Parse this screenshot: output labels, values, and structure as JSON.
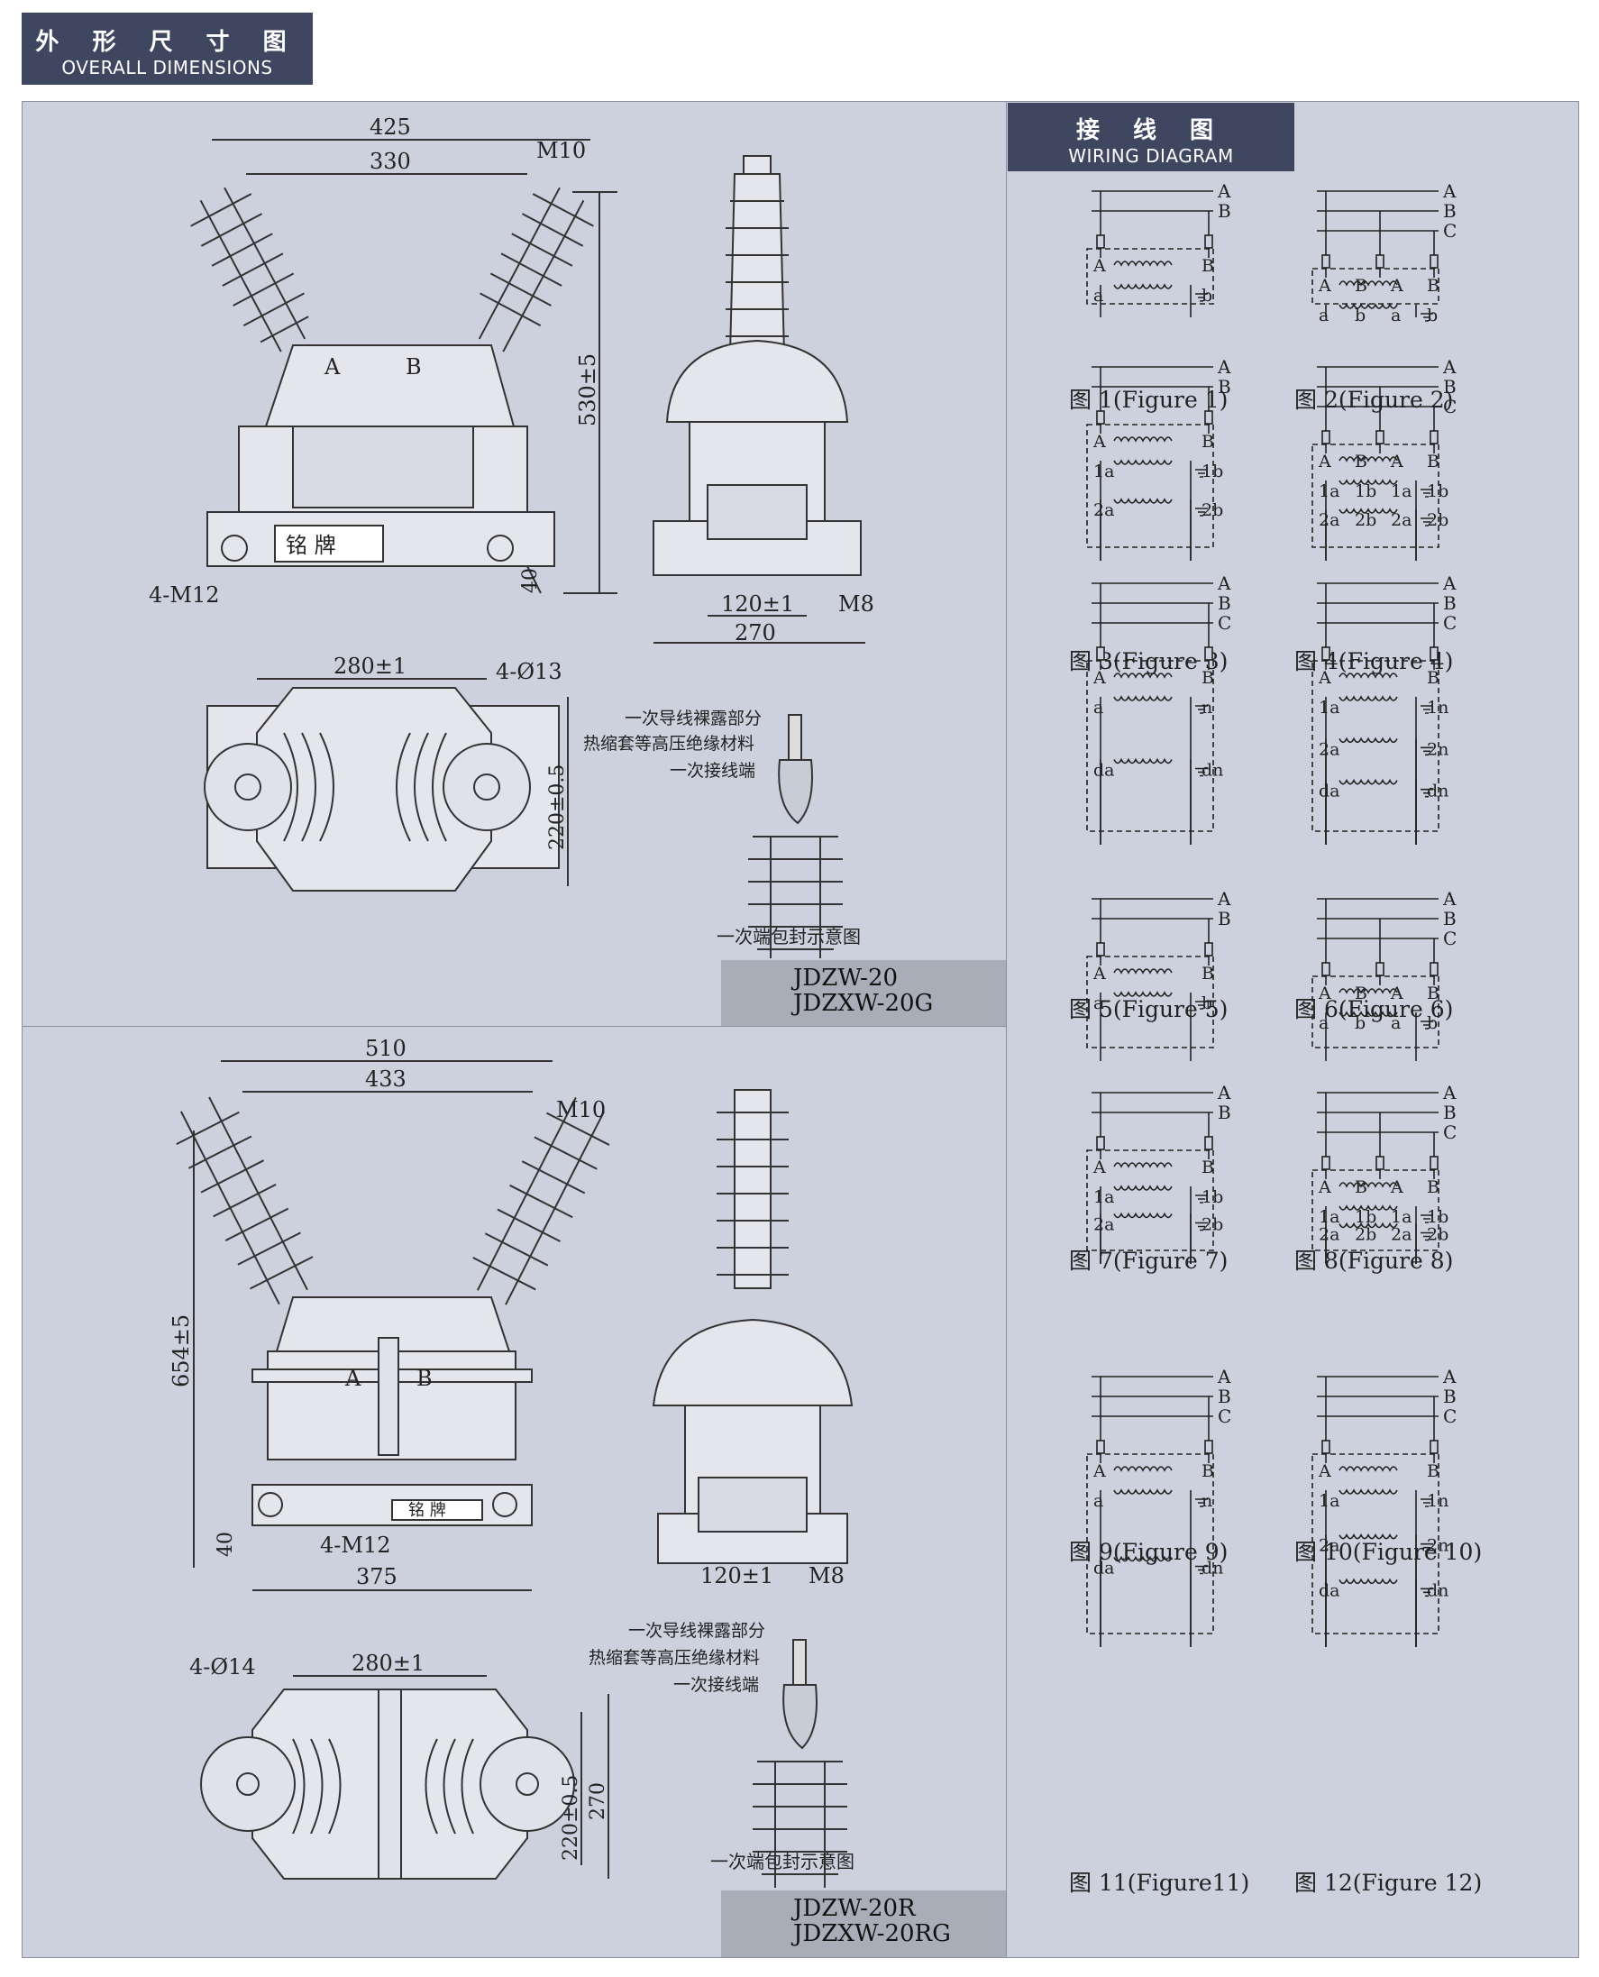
{
  "header_dimensions": {
    "cn": "外 形 尺 寸 图",
    "en": "OVERALL DIMENSIONS"
  },
  "header_wiring": {
    "cn": "接 线 图",
    "en": "WIRING DIAGRAM"
  },
  "unit1": {
    "models": [
      "JDZW-20",
      "JDZXW-20G"
    ],
    "front": {
      "dim_overall": "425",
      "dim_center": "330",
      "bolt": "M10",
      "height": "530±5",
      "terminal_a": "A",
      "terminal_b": "B",
      "nameplate": "铭 牌",
      "mount": "4-M12",
      "base_h": "40"
    },
    "side": {
      "dim_120": "120±1",
      "dim_270": "270",
      "ground": "M8"
    },
    "top": {
      "dim_280": "280±1",
      "holes": "4-Ø13",
      "dim_220": "220±0.5"
    },
    "seal": {
      "l1": "一次导线裸露部分",
      "l2": "热缩套等高压绝缘材料",
      "l3": "一次接线端",
      "caption": "一次端包封示意图"
    }
  },
  "unit2": {
    "models": [
      "JDZW-20R",
      "JDZXW-20RG"
    ],
    "front": {
      "dim_overall": "510",
      "dim_center": "433",
      "bolt": "M10",
      "height": "654±5",
      "terminal_a": "A",
      "terminal_b": "B",
      "nameplate": "铭 牌",
      "mount": "4-M12",
      "base_h": "40",
      "base_w": "375"
    },
    "side": {
      "dim_120": "120±1",
      "ground": "M8"
    },
    "top": {
      "holes": "4-Ø14",
      "dim_280": "280±1",
      "dim_220": "220±0.5",
      "dim_270": "270"
    },
    "seal": {
      "l1": "一次导线裸露部分",
      "l2": "热缩套等高压绝缘材料",
      "l3": "一次接线端",
      "caption": "一次端包封示意图"
    }
  },
  "figures": [
    {
      "caption": "图 1(Figure 1)",
      "lines": [
        "A",
        "B"
      ],
      "prim": [
        "A",
        "B"
      ],
      "sec": [
        "a",
        "b"
      ]
    },
    {
      "caption": "图 2(Figure 2)",
      "lines": [
        "A",
        "B",
        "C"
      ],
      "prim": [
        "A",
        "B",
        "A",
        "B"
      ],
      "sec": [
        "a",
        "b",
        "a",
        "b"
      ]
    },
    {
      "caption": "图 3(Figure 3)",
      "lines": [
        "A",
        "B"
      ],
      "prim": [
        "A",
        "B"
      ],
      "sec": [
        "1a",
        "1b",
        "2a",
        "2b"
      ]
    },
    {
      "caption": "图 4(Figure 4)",
      "lines": [
        "A",
        "B",
        "C"
      ],
      "prim": [
        "A",
        "B",
        "A",
        "B"
      ],
      "sec": [
        "1a",
        "1b",
        "1a",
        "1b",
        "2a",
        "2b",
        "2a",
        "2b"
      ]
    },
    {
      "caption": "图 5(Figure 5)",
      "lines": [
        "A",
        "B",
        "C"
      ],
      "prim": [
        "A",
        "B"
      ],
      "sec": [
        "a",
        "n",
        "da",
        "dn"
      ]
    },
    {
      "caption": "图 6(Figure 6)",
      "lines": [
        "A",
        "B",
        "C"
      ],
      "prim": [
        "A",
        "B"
      ],
      "sec": [
        "1a",
        "1n",
        "2a",
        "2n",
        "da",
        "dn"
      ]
    },
    {
      "caption": "图 7(Figure 7)",
      "lines": [
        "A",
        "B"
      ],
      "prim": [
        "A",
        "B"
      ],
      "sec": [
        "a",
        "b"
      ]
    },
    {
      "caption": "图 8(Figure 8)",
      "lines": [
        "A",
        "B",
        "C"
      ],
      "prim": [
        "A",
        "B",
        "A",
        "B"
      ],
      "sec": [
        "a",
        "b",
        "a",
        "b"
      ]
    },
    {
      "caption": "图 9(Figure 9)",
      "lines": [
        "A",
        "B"
      ],
      "prim": [
        "A",
        "B"
      ],
      "sec": [
        "1a",
        "1b",
        "2a",
        "2b"
      ]
    },
    {
      "caption": "图 10(Figure 10)",
      "lines": [
        "A",
        "B",
        "C"
      ],
      "prim": [
        "A",
        "B",
        "A",
        "B"
      ],
      "sec": [
        "1a",
        "1b",
        "1a",
        "1b",
        "2a",
        "2b",
        "2a",
        "2b"
      ]
    },
    {
      "caption": "图 11(Figure11)",
      "lines": [
        "A",
        "B",
        "C"
      ],
      "prim": [
        "A",
        "B"
      ],
      "sec": [
        "a",
        "n",
        "da",
        "dn"
      ]
    },
    {
      "caption": "图 12(Figure 12)",
      "lines": [
        "A",
        "B",
        "C"
      ],
      "prim": [
        "A",
        "B"
      ],
      "sec": [
        "1a",
        "1n",
        "2a",
        "2n",
        "da",
        "dn"
      ]
    }
  ]
}
